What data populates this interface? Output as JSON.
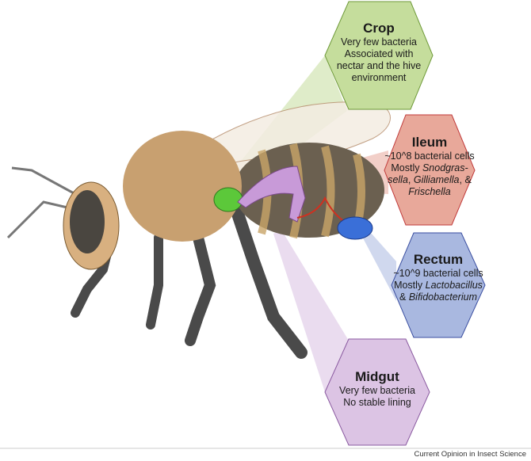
{
  "colors": {
    "crop": "#c5dd9c",
    "ileum": "#e8a89a",
    "rectum": "#a9b8e0",
    "midgut": "#dcc4e4",
    "crop_organ": "#5cc83a",
    "ileum_organ": "#c89ad8",
    "rectum_organ": "#3a6fd8"
  },
  "crop": {
    "title": "Crop",
    "lines": [
      "Very few bacteria",
      "Associated with",
      "nectar and the hive",
      "environment"
    ]
  },
  "ileum": {
    "title": "Ileum",
    "line1": "~10^8 bacterial cells",
    "line2_plain": "Mostly ",
    "line2_italic": "Snodgras-",
    "line3_italic1": "sella",
    "line3_plain1": ", ",
    "line3_italic2": "Gilliamella",
    "line3_plain2": ", &",
    "line4_italic": "Frischella"
  },
  "rectum": {
    "title": "Rectum",
    "line1": "~10^9 bacterial cells",
    "line2_plain": "Mostly ",
    "line2_italic": "Lactobacillus",
    "line3_plain": "& ",
    "line3_italic": "Bifidobacterium"
  },
  "midgut": {
    "title": "Midgut",
    "lines": [
      "Very few bacteria",
      "No stable lining"
    ]
  },
  "credit": "Current Opinion in Insect Science"
}
